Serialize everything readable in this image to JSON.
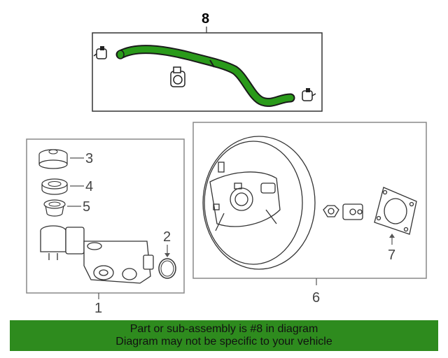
{
  "callouts": {
    "c8": "8",
    "c3": "3",
    "c4": "4",
    "c5": "5",
    "c2": "2",
    "c1": "1",
    "c6": "6",
    "c7": "7"
  },
  "banner": {
    "line1": "Part or sub-assembly is #8 in diagram",
    "line2": "Diagram may not be specific to your vehicle"
  },
  "colors": {
    "highlight_part": "#2a9a1a",
    "banner_bg": "#2e8b1e",
    "line_art": "#333333"
  }
}
